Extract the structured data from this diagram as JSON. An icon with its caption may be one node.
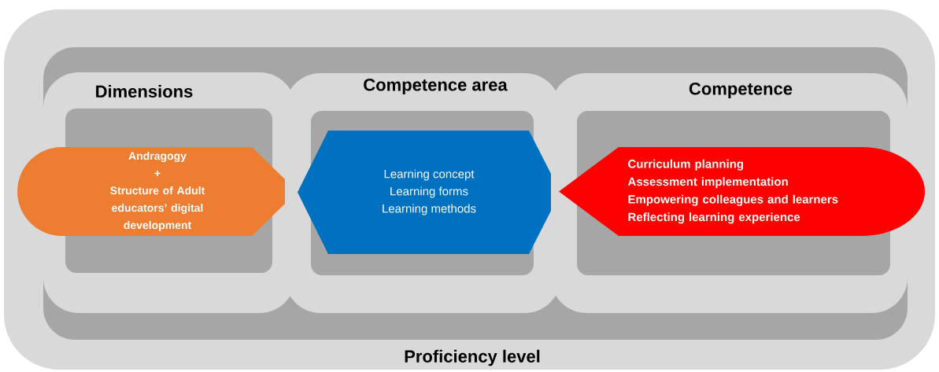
{
  "diagram": {
    "nodes": [
      {
        "text": [
          "Proficiency level"
        ]
      },
      {
        "text": [],
        "shape": "box",
        "in": 0
      },
      {
        "text": [
          "Dimensions"
        ],
        "in": 1
      },
      {
        "text": [],
        "shape": "box",
        "in": 2
      },
      {
        "text": [
          "Andragogy",
          "+",
          "Structure of Adult educators’ digital development"
        ],
        "in": 0
      },
      {
        "text": [
          "Competence area"
        ],
        "in": 1
      },
      {
        "text": [],
        "shape": "box",
        "in": 5
      },
      {
        "text": [
          "Learning concept",
          "Learning forms",
          "Learning methods"
        ],
        "in": 5
      },
      {
        "text": [
          "Competence"
        ],
        "in": 1
      },
      {
        "text": [],
        "shape": "box",
        "in": 8
      },
      {
        "text": [
          "Curriculum planning",
          "Assessment implementation",
          "Empowering colleagues and learners",
          "Reflecting learning experience"
        ],
        "in": 8
      }
    ],
    "edges": []
  }
}
